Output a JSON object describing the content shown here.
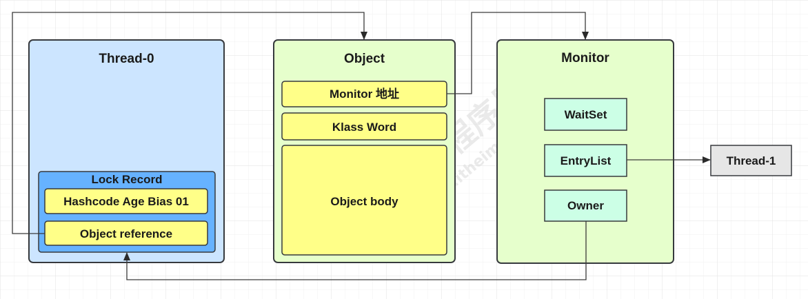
{
  "thread0": {
    "title": "Thread-0",
    "lock_record": {
      "title": "Lock Record",
      "mark_word": "Hashcode Age Bias 01",
      "object_reference": "Object reference"
    }
  },
  "object": {
    "title": "Object",
    "monitor_address": "Monitor 地址",
    "klass_word": "Klass Word",
    "object_body": "Object body"
  },
  "monitor": {
    "title": "Monitor",
    "wait_set": "WaitSet",
    "entry_list": "EntryList",
    "owner": "Owner"
  },
  "thread1": {
    "label": "Thread-1"
  },
  "watermark": {
    "brand": "黑马程序员",
    "url": "www.itheima.com"
  },
  "colors": {
    "thread_fill": "#cce5ff",
    "lock_record_fill": "#66b2ff",
    "field_fill": "#ffff88",
    "object_fill": "#e6ffcc",
    "monitor_slot_fill": "#ccffe6",
    "thread1_fill": "#e6e6e6",
    "stroke": "#36393d"
  }
}
